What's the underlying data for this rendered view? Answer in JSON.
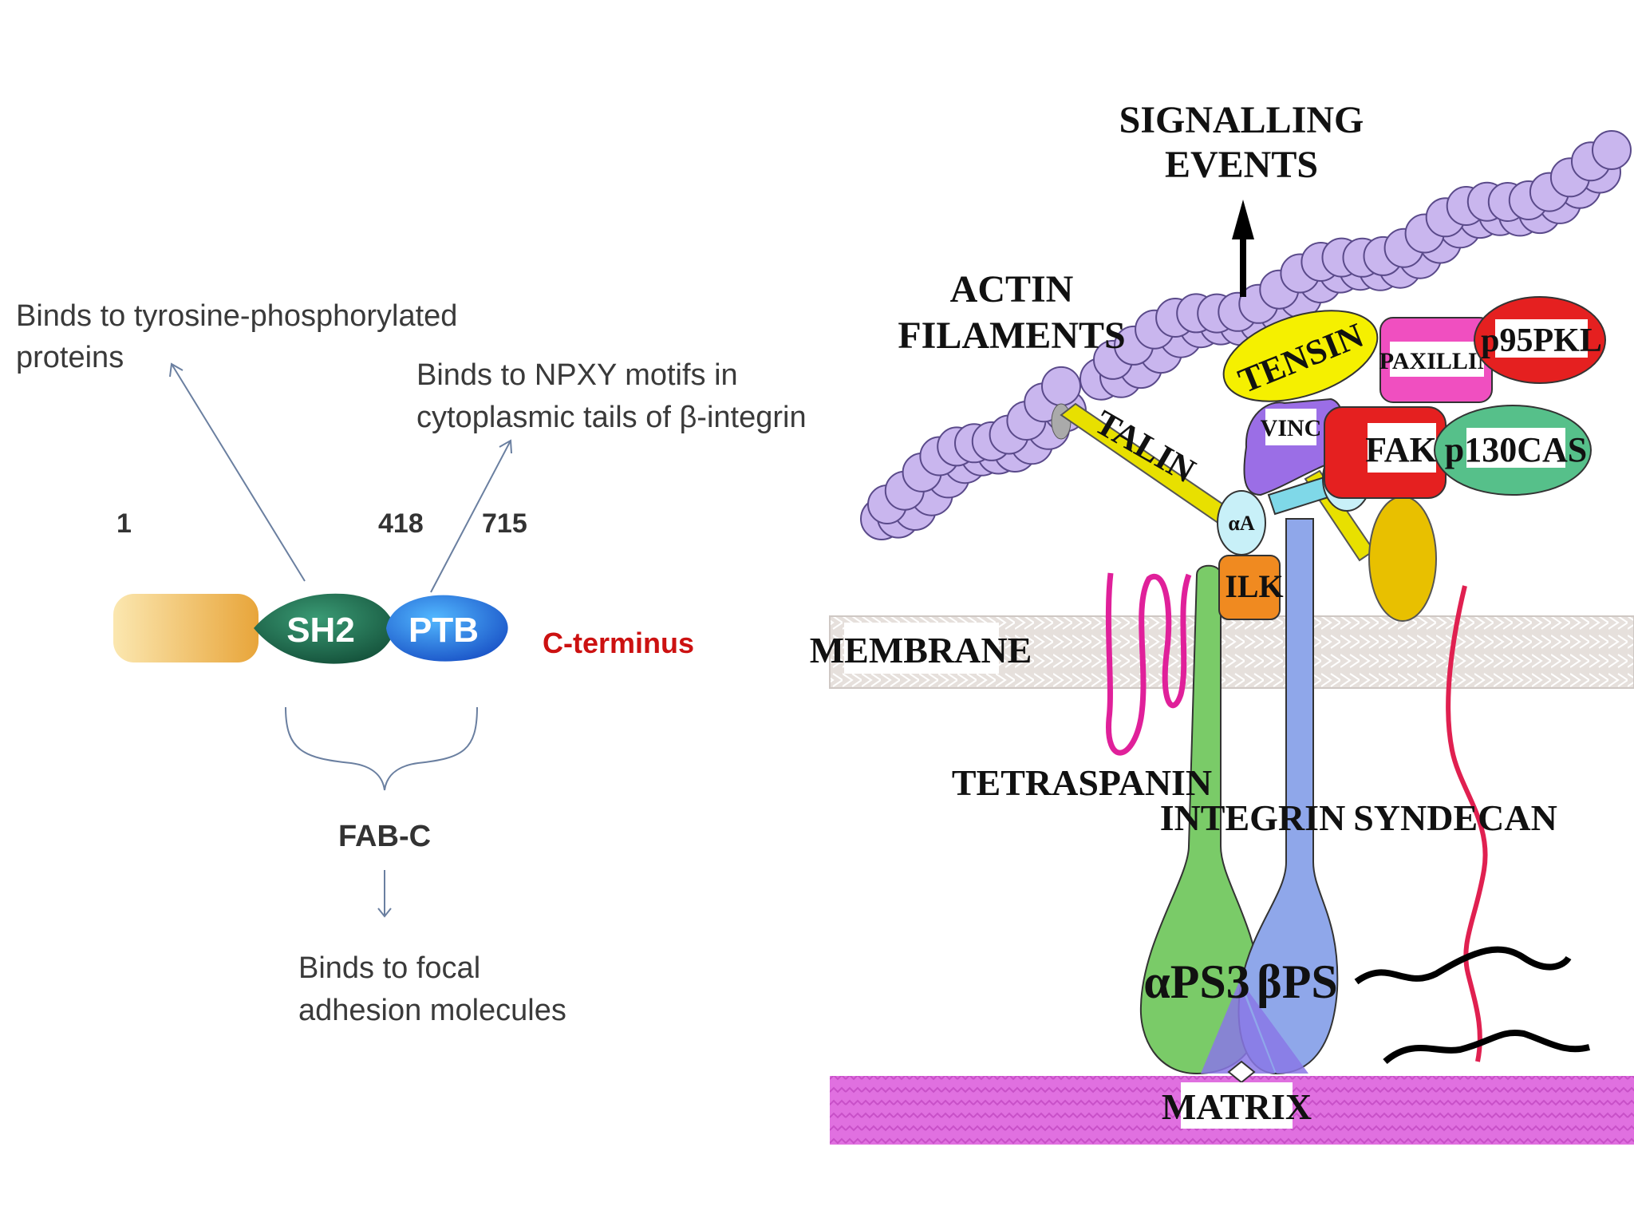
{
  "left_panel": {
    "annotation_sh2_line1": "Binds to tyrosine-phosphorylated",
    "annotation_sh2_line2": "proteins",
    "annotation_ptb_line1": "Binds to NPXY motifs in",
    "annotation_ptb_line2": "cytoplasmic tails of β-integrin",
    "pos_start": "1",
    "pos_418": "418",
    "pos_715": "715",
    "domain_sh2": "SH2",
    "domain_ptb": "PTB",
    "c_terminus": "C-terminus",
    "fab_c": "FAB-C",
    "fab_desc_line1": "Binds to focal",
    "fab_desc_line2": "adhesion molecules"
  },
  "right_panel": {
    "signalling_line1": "SIGNALLING",
    "signalling_line2": "EVENTS",
    "actin_line1": "ACTIN",
    "actin_line2": "FILAMENTS",
    "tensin": "TENSIN",
    "paxillin": "PAXILLIN",
    "p95pkl": "p95PKL",
    "vinc": "VINC",
    "fak": "FAK",
    "p130cas": "p130CAS",
    "talin": "TALIN",
    "alpha_a": "αA",
    "ilk": "ILK",
    "membrane": "MEMBRANE",
    "tetraspanin": "TETRASPANIN",
    "integrin": "INTEGRIN",
    "syndecan": "SYNDECAN",
    "alpha_ps3": "αPS3",
    "beta_ps": "βPS",
    "matrix": "MATRIX"
  },
  "colors": {
    "domain_orange": "#f0b040",
    "sh2_green": "#1f6b4c",
    "ptb_blue": "#2a6fd6",
    "actin": "#c9b6ee",
    "tensin": "#f5f000",
    "paxillin": "#f04fc0",
    "p95pkl": "#e52020",
    "fak": "#e52020",
    "p130cas": "#56c08a",
    "talin": "#e8e000",
    "ilk": "#f08a20",
    "integrin_alpha": "#7acb68",
    "integrin_beta": "#8fa7ea",
    "membrane": "#e6e0dc",
    "matrix": "#e070e0",
    "tetraspanin": "#e0209a",
    "syndecan": "#e02050"
  }
}
